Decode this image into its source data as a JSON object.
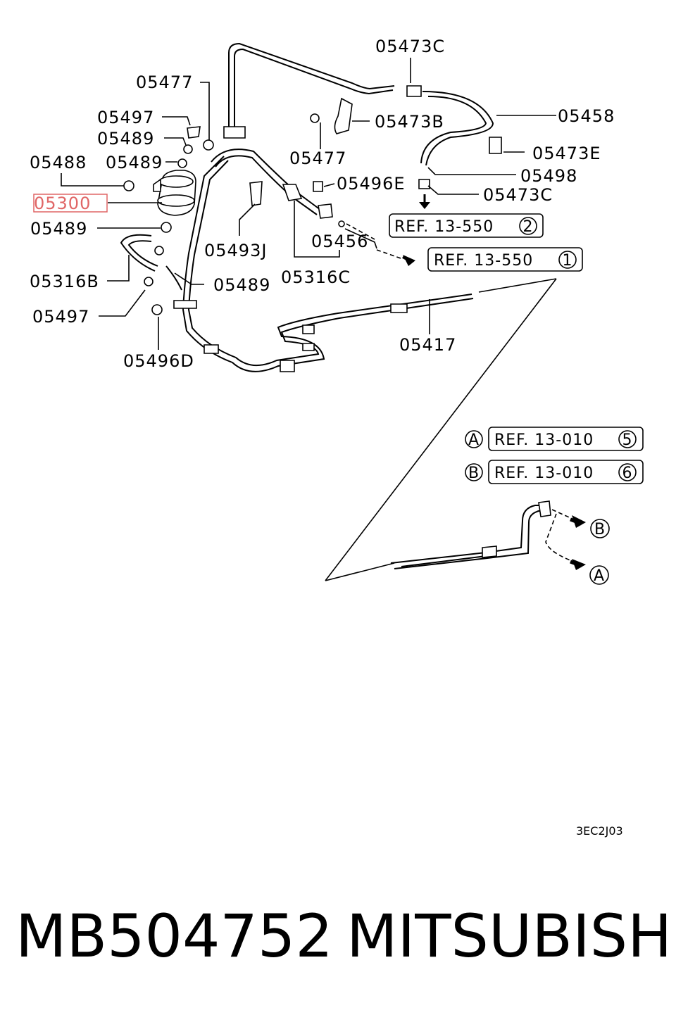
{
  "diagram": {
    "labels": {
      "l05473C_top": "05473C",
      "l05477_a": "05477",
      "l05497_a": "05497",
      "l05489_a": "05489",
      "l05488": "05488",
      "l05489_b": "05489",
      "l05300": "05300",
      "l05489_c": "05489",
      "l05316B": "05316B",
      "l05497_b": "05497",
      "l05496D": "05496D",
      "l05489_d": "05489",
      "l05493J": "05493J",
      "l05316C": "05316C",
      "l05456": "05456",
      "l05496E": "05496E",
      "l05477_b": "05477",
      "l05473B": "05473B",
      "l05458": "05458",
      "l05473E": "05473E",
      "l05498": "05498",
      "l05473C_b": "05473C",
      "l05417": "05417"
    },
    "refs": {
      "ref1_text": "REF. 13-550",
      "ref1_num": "2",
      "ref2_text": "REF. 13-550",
      "ref2_num": "1",
      "refA_letter": "A",
      "refA_text": "REF. 13-010",
      "refA_num": "5",
      "refB_letter": "B",
      "refB_text": "REF. 13-010",
      "refB_num": "6",
      "arrowB": "B",
      "arrowA": "A"
    },
    "drawing_code": "3EC2J03",
    "highlight_color": "#e06666"
  },
  "footer": {
    "part_number": "MB504752",
    "brand": "MITSUBISHI"
  }
}
